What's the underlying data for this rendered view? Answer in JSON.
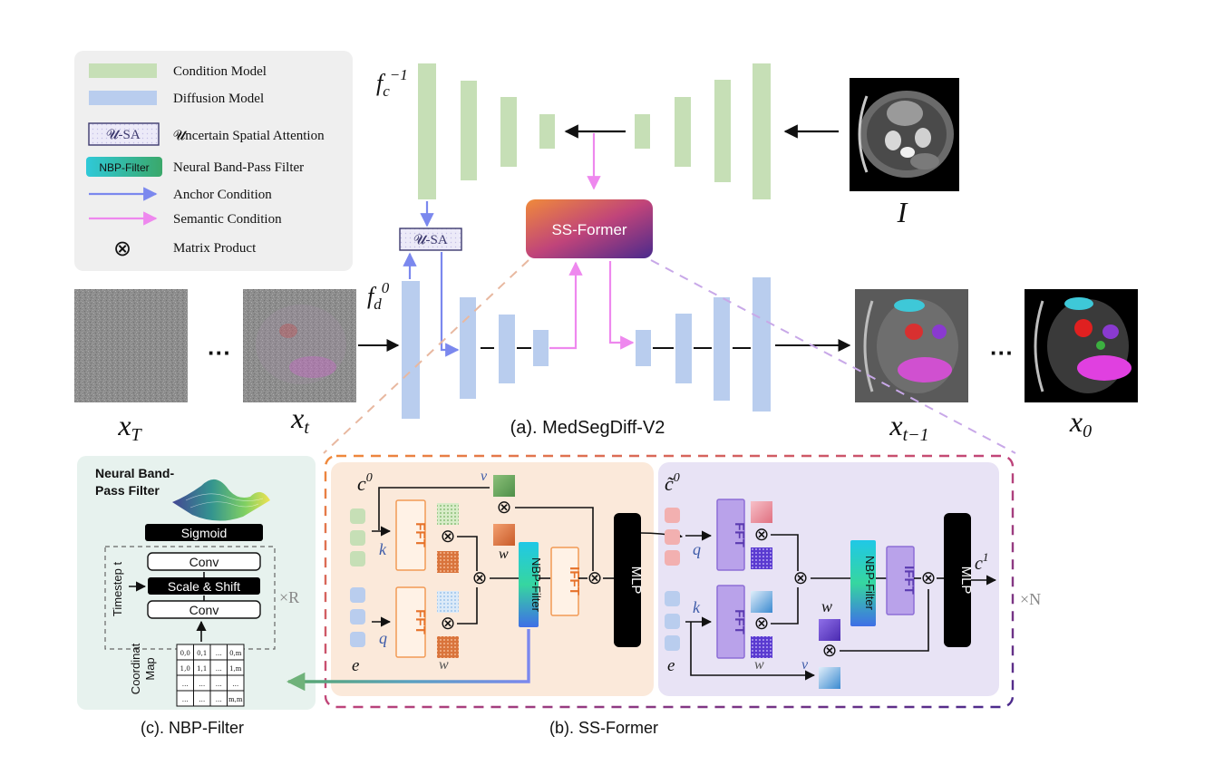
{
  "legend": {
    "condition_model": "Condition Model",
    "diffusion_model": "Diffusion Model",
    "usa_box": "𝓤-SA",
    "usa_text": "𝓤ncertain Spatial Attention",
    "nbp_box": "NBP-Filter",
    "nbp_text": "Neural Band-Pass Filter",
    "anchor": "Anchor Condition",
    "semantic": "Semantic Condition",
    "matrix_symbol": "⊗",
    "matrix": "Matrix Product"
  },
  "top": {
    "fc_label": "f",
    "fc_sub": "c",
    "fc_sup": "−1",
    "fd_label": "f",
    "fd_sub": "d",
    "fd_sup": "0",
    "usa_box": "𝓤-SA",
    "ssformer_box": "SS-Former",
    "input_label": "I",
    "caption": "(a). MedSegDiff-V2",
    "xT": "x",
    "xT_sub": "T",
    "xt": "x",
    "xt_sub": "t",
    "xt1": "x",
    "xt1_sub": "t−1",
    "x0": "x",
    "x0_sub": "0",
    "dots": "···"
  },
  "nbp": {
    "title_line1": "Neural Band-",
    "title_line2": "Pass Filter",
    "sigmoid": "Sigmoid",
    "conv_top": "Conv",
    "scale_shift": "Scale & Shift",
    "conv_bottom": "Conv",
    "timestep": "Timestep t",
    "repeat": "×R",
    "coord_label_line1": "Coordinat",
    "coord_label_line2": "Map",
    "grid": [
      [
        "0,0",
        "0,1",
        "…",
        "0,m"
      ],
      [
        "1,0",
        "1,1",
        "…",
        "1,m"
      ],
      [
        "…",
        "…",
        "…",
        "…"
      ],
      [
        "…",
        "…",
        "…",
        "m,m"
      ]
    ],
    "caption": "(c). NBP-Filter"
  },
  "ssformer": {
    "c0": "c",
    "c0_sup": "0",
    "ct0": "c̃",
    "ct0_sup": "0",
    "e_left": "e",
    "e_right": "e",
    "v_left": "v",
    "v_right": "v",
    "k_left": "k",
    "k_right": "k",
    "q_left": "q",
    "q_right": "q",
    "w_left_top": "w",
    "w_left_bottom": "w",
    "w_right_top": "w",
    "w_right_bottom": "w",
    "fft": "FFT",
    "ifft": "IFFT",
    "mlp": "MLP",
    "nbp_filter": "NBP-Filter",
    "c1": "c",
    "c1_sup": "1",
    "repeat": "×N",
    "caption": "(b). SS-Former"
  },
  "colors": {
    "condition_green": "#c6dfb6",
    "diffusion_blue": "#b9cdee",
    "anchor_arrow": "#7b88ee",
    "semantic_arrow": "#ee88ee",
    "fft_orange": "#f29a55",
    "fft_purple": "#a57ee0",
    "ssformer_left": "#fbe9da",
    "ssformer_right": "#e8e3f5",
    "nbp_panel": "#e8f2ee"
  }
}
